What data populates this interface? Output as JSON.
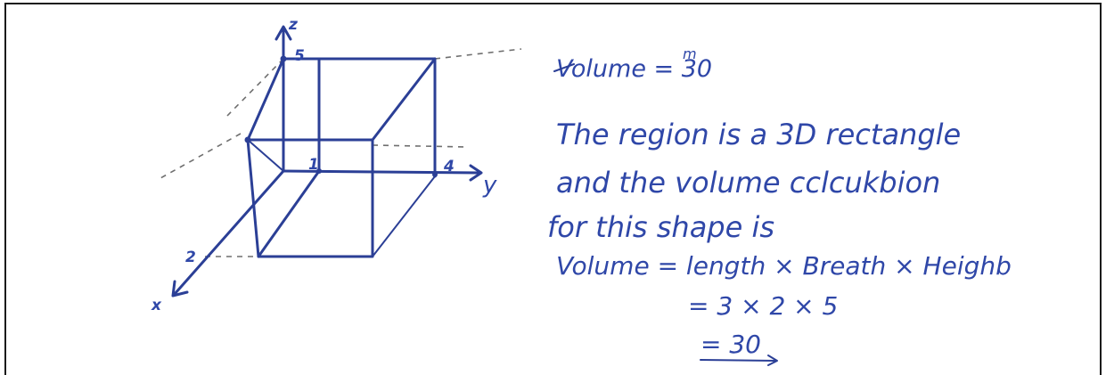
{
  "handwriting": {
    "volume_statement": "Volume = 30",
    "crossed_prefix": "V",
    "correction_letter": "m",
    "sentence_line1": "The region is a 3D rectangle",
    "sentence_line2": "and the volume cclcukbion",
    "sentence_line3": "for this shape is",
    "formula": "Volume = length × Breath × Heighb",
    "substitution": "= 3 × 2 × 5",
    "result": "= 30"
  },
  "diagram": {
    "axis_labels": {
      "x": "x",
      "y": "y",
      "z": "z"
    },
    "tick_labels": {
      "z_top": "5",
      "origin": "1",
      "y_end": "4",
      "x_end": "2"
    }
  },
  "colors": {
    "ink": "#2b3f96",
    "text_ink": "#2f47a8",
    "guide": "#6f6f6f",
    "frame": "#1a1a1a"
  }
}
